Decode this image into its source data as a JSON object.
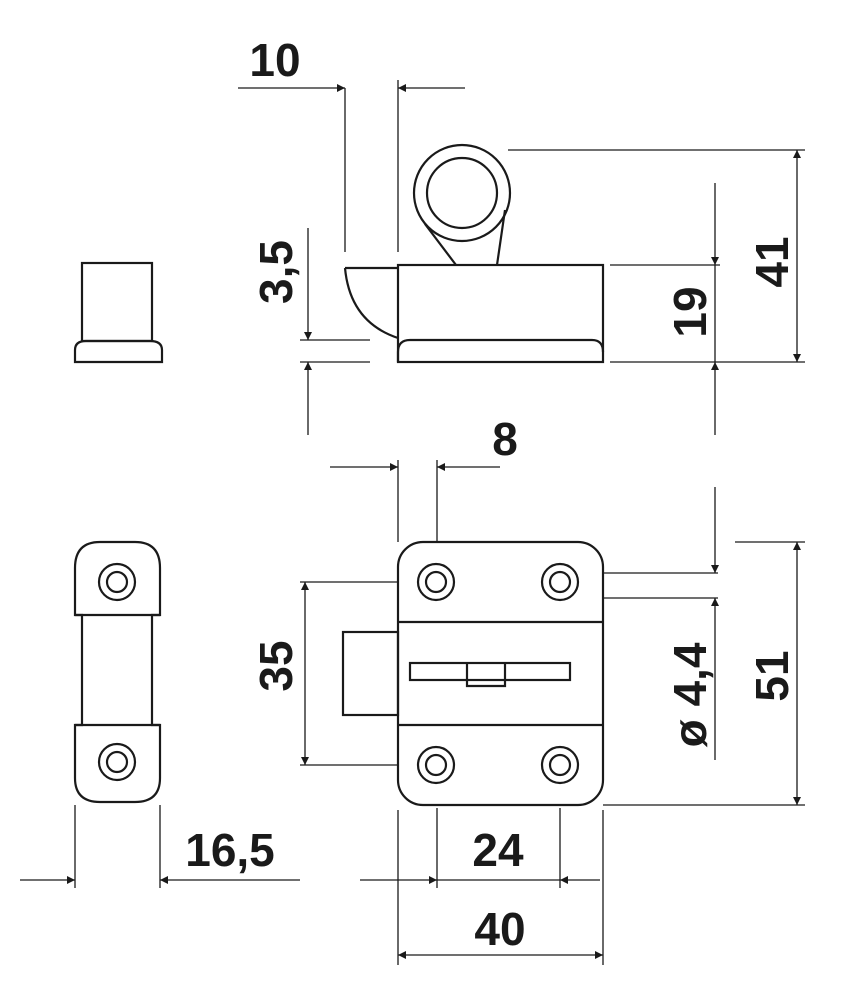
{
  "drawing": {
    "dimensions": {
      "top_width": "10",
      "hook_height": "3,5",
      "total_height": "41",
      "body_height": "19",
      "bolt_offset": "8",
      "hole_spacing_vertical": "35",
      "hole_diameter": "ø 4,4",
      "plate_height": "51",
      "strike_width": "16,5",
      "hole_spacing_horizontal": "24",
      "plate_width": "40"
    },
    "line_color": "#1a1a1a"
  }
}
